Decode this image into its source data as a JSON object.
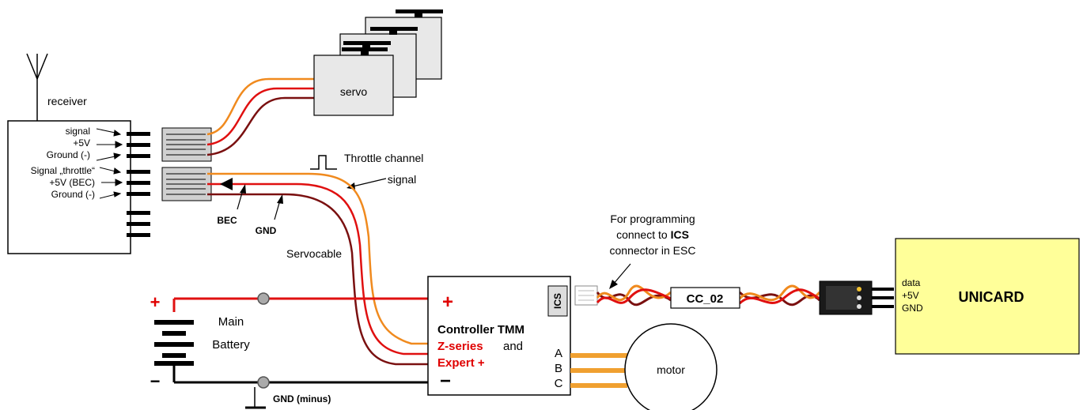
{
  "receiver": {
    "label": "receiver",
    "pins": [
      "signal",
      "+5V",
      "Ground (-)",
      "Signal „throttle“",
      "+5V (BEC)",
      "Ground (-)"
    ]
  },
  "servo": {
    "label": "servo"
  },
  "throttle": {
    "line1": "Throttle channel",
    "line2": "signal"
  },
  "wire_labels": {
    "bec": "BEC",
    "gnd": "GND",
    "servocable": "Servocable"
  },
  "programming": {
    "line1": "For programming",
    "line2_prefix": "connect to ",
    "line2_bold": "ICS",
    "line3": "connector in ESC"
  },
  "cable": {
    "label": "CC_02"
  },
  "unicard": {
    "title": "UNICARD",
    "pins": [
      "data",
      "+5V",
      "GND"
    ]
  },
  "controller": {
    "ics": "ICS",
    "plus": "+",
    "minus": "−",
    "title": "Controller TMM",
    "series": "Z-series",
    "and": "and",
    "expert": "Expert +",
    "phases": [
      "A",
      "B",
      "C"
    ]
  },
  "battery": {
    "line1": "Main",
    "line2": "Battery",
    "plus": "+",
    "minus": "−"
  },
  "motor": {
    "label": "motor"
  },
  "ground": {
    "label": "GND (minus)"
  },
  "colors": {
    "signal_wire": "#f08a1e",
    "plus_wire": "#e01010",
    "gnd_wire": "#7a1010",
    "unicard_fill": "#ffff99",
    "servo_fill": "#e8e8e8"
  }
}
